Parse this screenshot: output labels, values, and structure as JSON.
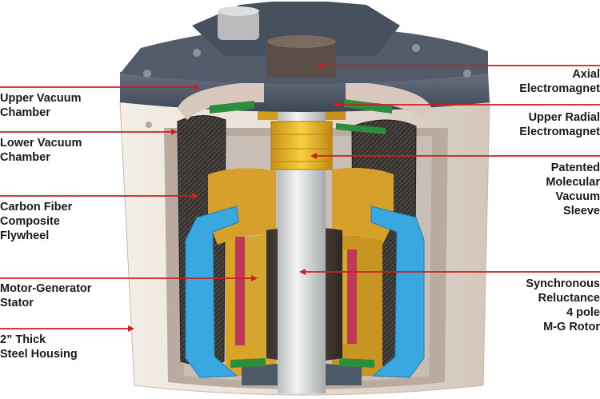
{
  "colors": {
    "leader": "#cc1f1f",
    "housing": "#e9e1d9",
    "cap": "#4c5666",
    "gold": "#e0ad1e",
    "blue": "#39a7df",
    "rotor": "#4a3f38",
    "shaft": "#d9dcdd",
    "flywheel": "#3a3735"
  },
  "labels": [
    {
      "id": "upper-vacuum-chamber",
      "text": "Upper Vacuum\nChamber"
    },
    {
      "id": "lower-vacuum-chamber",
      "text": "Lower Vacuum\nChamber"
    },
    {
      "id": "carbon-fiber-flywheel",
      "text": "Carbon Fiber\nComposite\nFlywheel"
    },
    {
      "id": "motor-generator-stator",
      "text": "Motor-Generator\nStator"
    },
    {
      "id": "steel-housing",
      "text": "2” Thick\nSteel Housing"
    },
    {
      "id": "axial-electromagnet",
      "text": "Axial\nElectromagnet"
    },
    {
      "id": "upper-radial-electromagnet",
      "text": "Upper Radial\nElectromagnet"
    },
    {
      "id": "molecular-vacuum-sleeve",
      "text": "Patented\nMolecular\nVacuum\nSleeve"
    },
    {
      "id": "synchronous-reluctance-rotor",
      "text": "Synchronous\nReluctance\n4 pole\nM-G Rotor"
    }
  ]
}
